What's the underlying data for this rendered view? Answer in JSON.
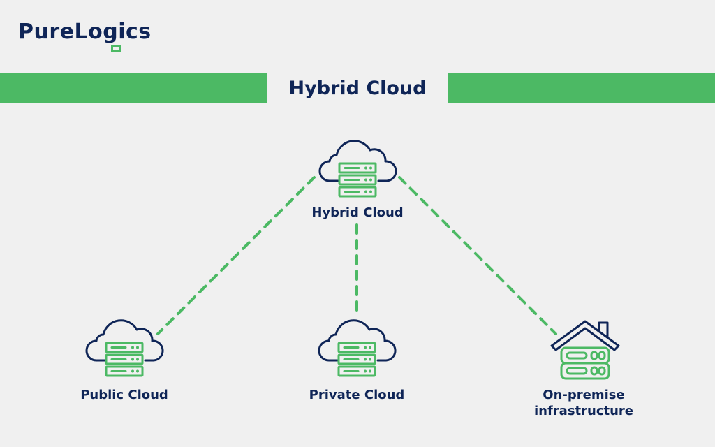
{
  "brand": {
    "name": "PureLogics",
    "logo_text": "PureLogics",
    "colors": {
      "navy": "#0f2557",
      "green": "#4cb964",
      "background": "#f0f0f0"
    }
  },
  "banner": {
    "title": "Hybrid Cloud"
  },
  "diagram": {
    "hub": {
      "label": "Hybrid Cloud",
      "icon": "cloud-server-icon"
    },
    "nodes": [
      {
        "label": "Public Cloud",
        "icon": "cloud-server-icon"
      },
      {
        "label": "Private Cloud",
        "icon": "cloud-server-icon"
      },
      {
        "label_line1": "On-premise",
        "label_line2": "infrastructure",
        "icon": "house-server-icon"
      }
    ],
    "connections": [
      {
        "from": "Hybrid Cloud",
        "to": "Public Cloud",
        "style": "dashed"
      },
      {
        "from": "Hybrid Cloud",
        "to": "Private Cloud",
        "style": "dashed"
      },
      {
        "from": "Hybrid Cloud",
        "to": "On-premise infrastructure",
        "style": "dashed"
      }
    ]
  }
}
